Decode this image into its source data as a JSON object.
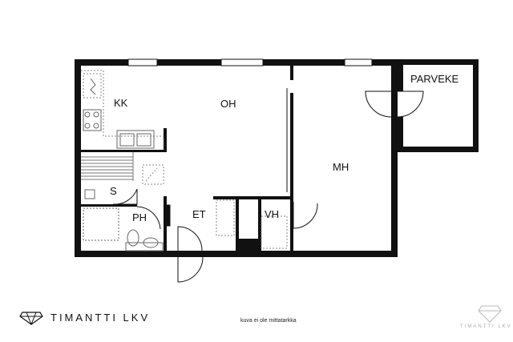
{
  "rooms": {
    "kk": "KK",
    "oh": "OH",
    "mh": "MH",
    "parveke": "PARVEKE",
    "s": "S",
    "ph": "PH",
    "et": "ET",
    "vh": "VH"
  },
  "brand": {
    "name": "TIMANTTI LKV",
    "watermark": "TIMANTTI LKV",
    "logo_icon": "diamond-icon"
  },
  "note": "kuva ei ole mittatarkka",
  "colors": {
    "wall": "#111111",
    "fixture": "#666666",
    "dotted": "#888888"
  }
}
